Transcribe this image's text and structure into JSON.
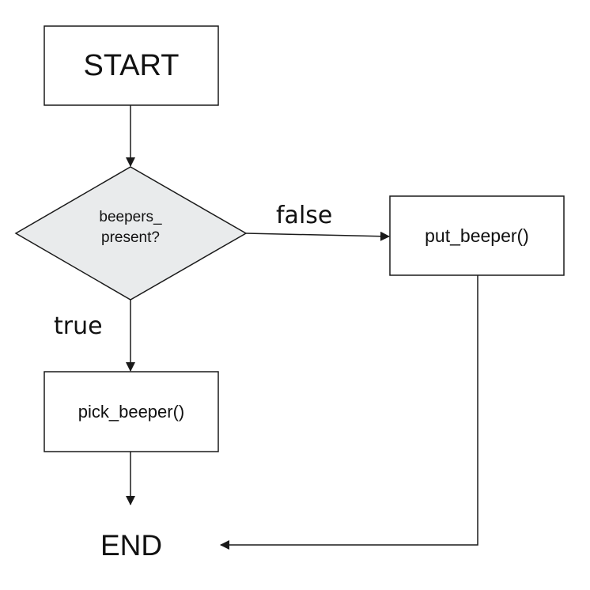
{
  "nodes": {
    "start": {
      "label": "START"
    },
    "decision": {
      "line1": "beepers_",
      "line2": "present?"
    },
    "put_beeper": {
      "label": "put_beeper()"
    },
    "pick_beeper": {
      "label": "pick_beeper()"
    },
    "end": {
      "label": "END"
    }
  },
  "edges": {
    "false_label": "false",
    "true_label": "true"
  },
  "colors": {
    "stroke": "#1a1a1a",
    "decision_fill": "#e9ebec",
    "box_fill": "#ffffff"
  }
}
